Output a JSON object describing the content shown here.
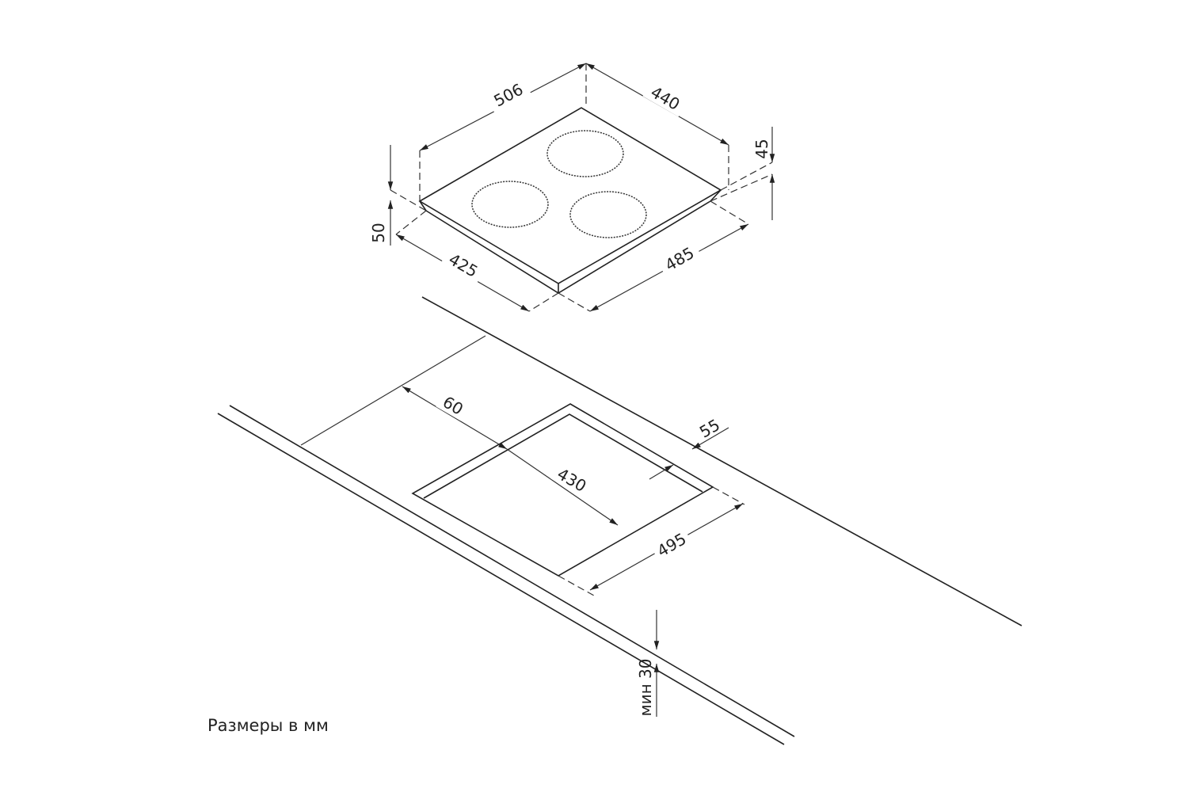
{
  "hob": {
    "dimensions": {
      "depth_outer": "506",
      "width_outer": "440",
      "height_back": "45",
      "height_front": "50",
      "width_front": "425",
      "depth_front": "485"
    },
    "burners": 3
  },
  "cutout": {
    "dimensions": {
      "offset_front": "60",
      "width": "430",
      "offset_back": "55",
      "depth": "495",
      "min_thickness": "мин 30"
    }
  },
  "note": "Размеры в мм",
  "colors": {
    "line": "#222222",
    "background": "#ffffff"
  }
}
